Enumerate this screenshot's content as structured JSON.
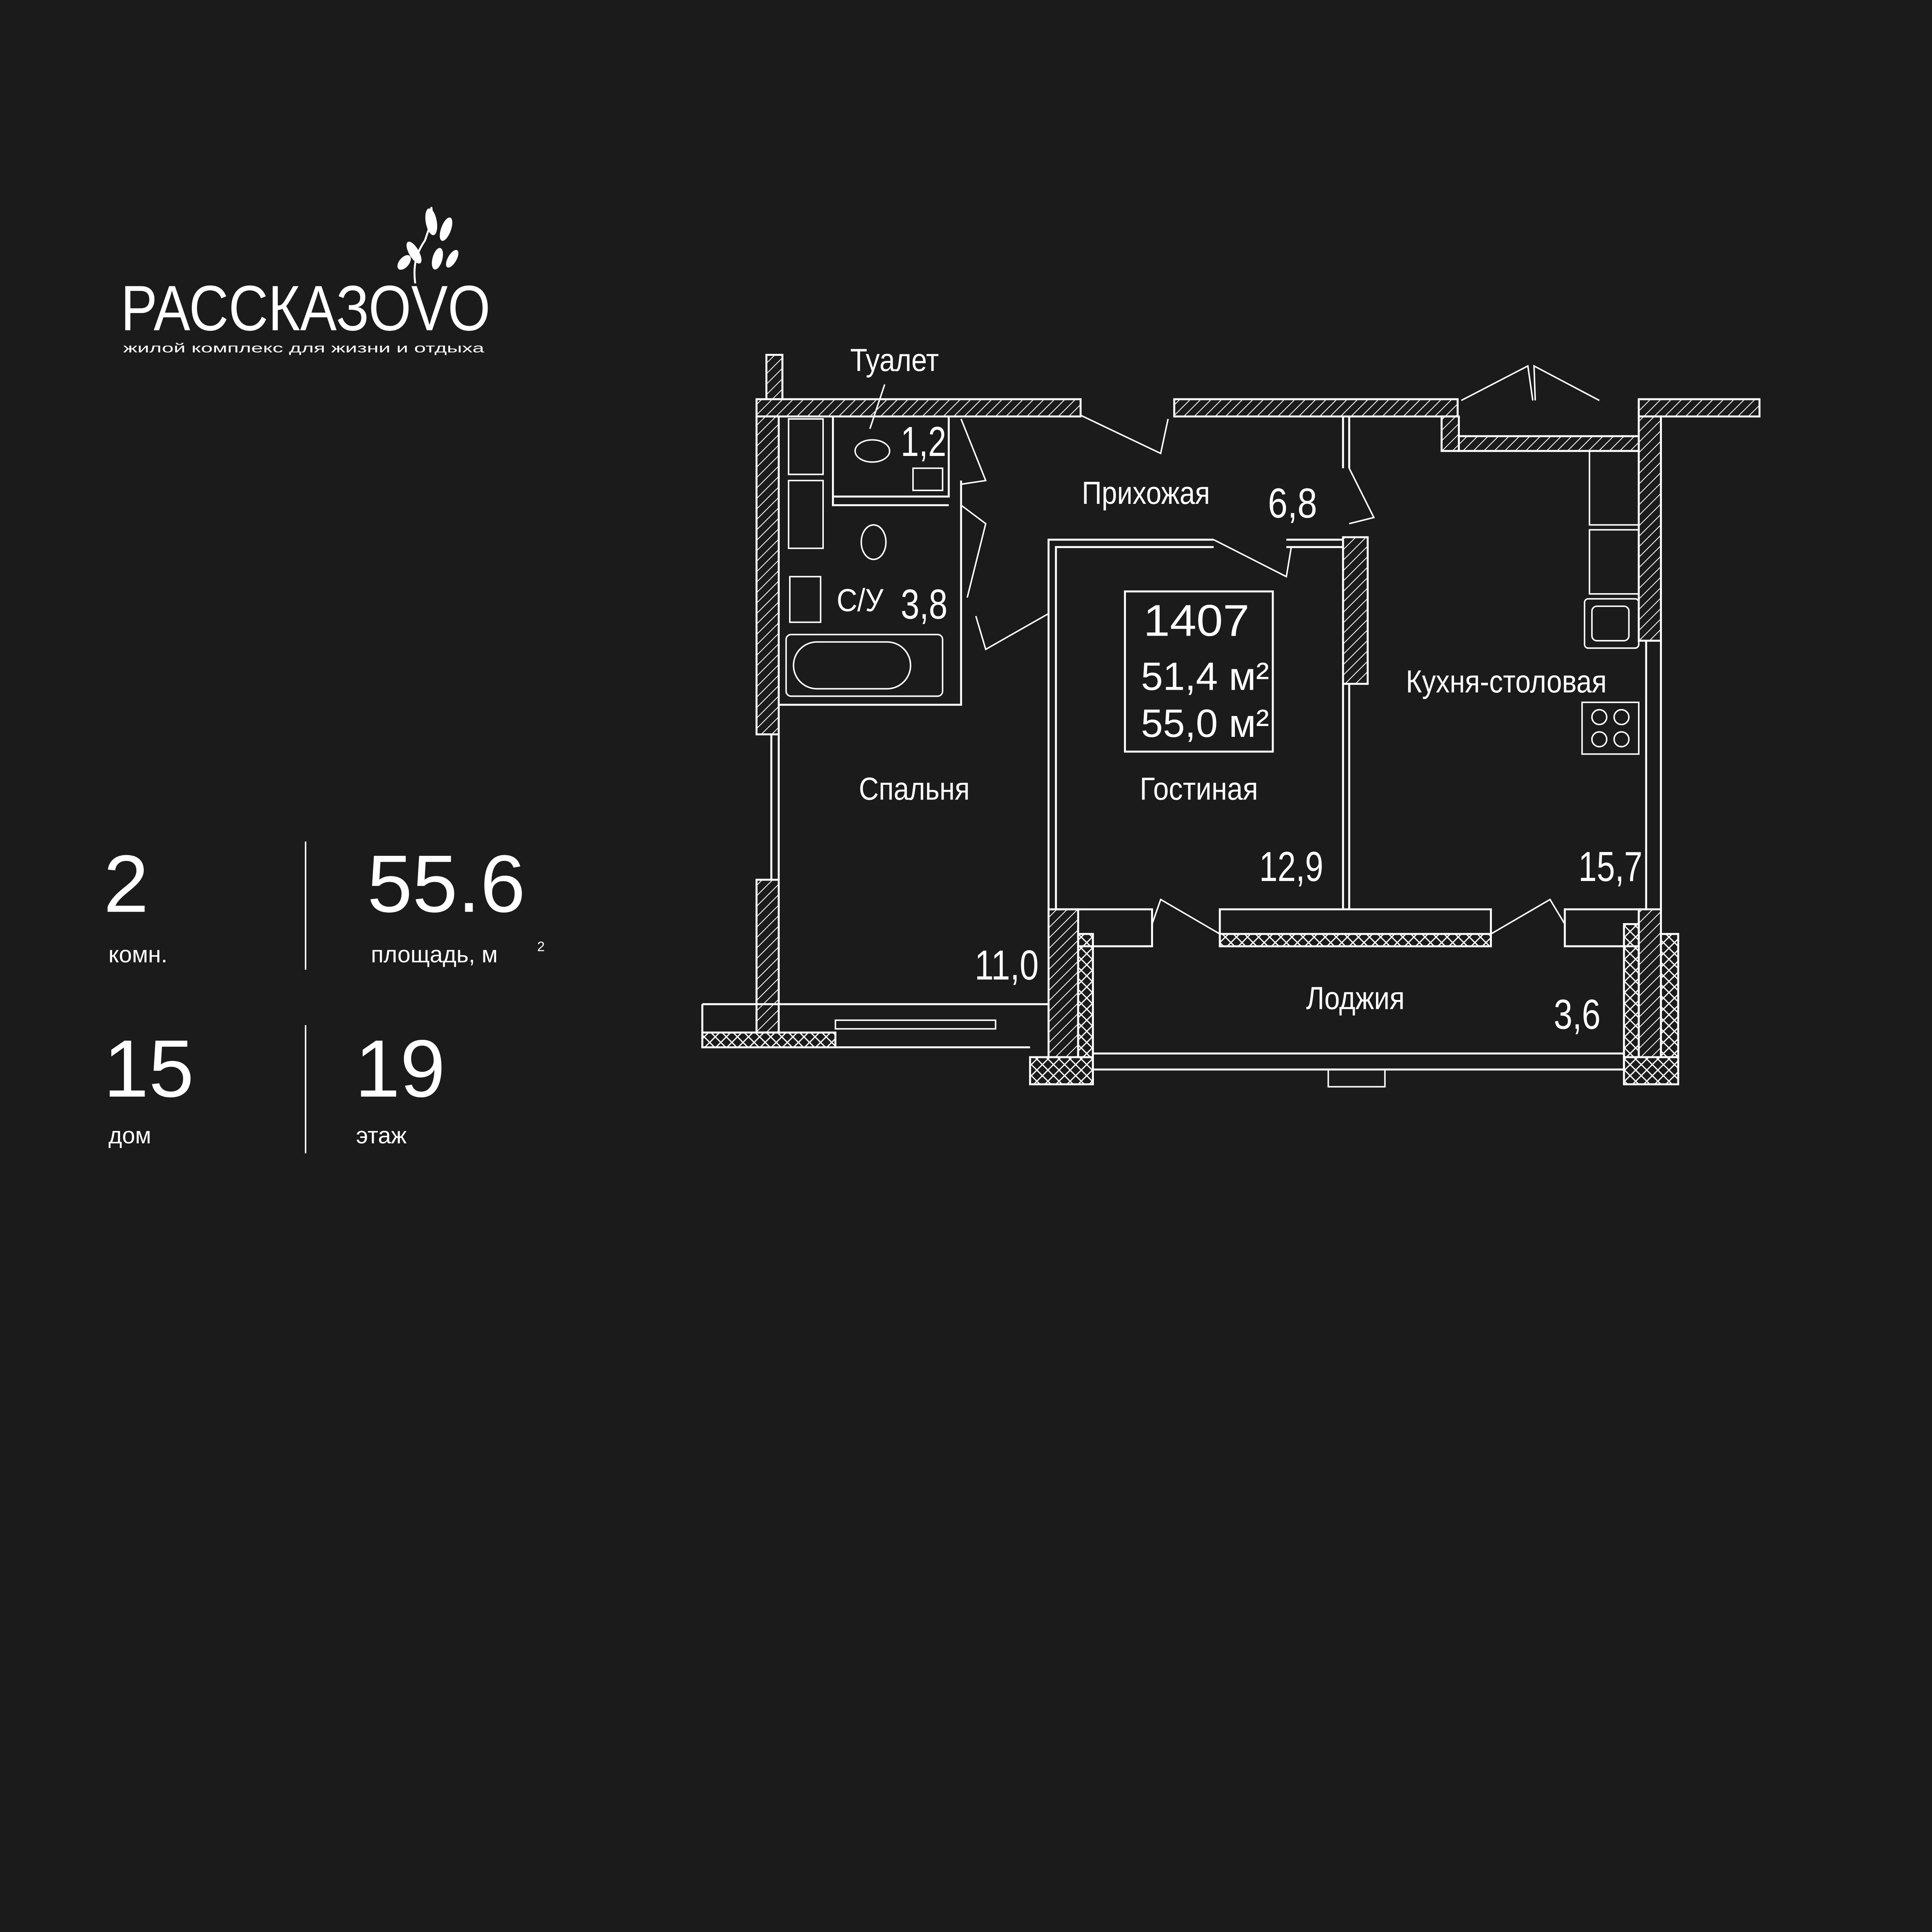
{
  "logo": {
    "name": "РАССКАЗОVO",
    "tagline": "жилой комплекс для жизни и отдыха"
  },
  "info": {
    "rooms_value": "2",
    "rooms_label": "комн.",
    "area_value": "55.6",
    "area_label": "площадь, м",
    "area_unit_sup": "2",
    "house_value": "15",
    "house_label": "дом",
    "floor_value": "19",
    "floor_label": "этаж"
  },
  "plan": {
    "apartment_number": "1407",
    "area_living": "51,4 м²",
    "area_total": "55,0 м²",
    "rooms": [
      {
        "name": "Туалет",
        "area": "1,2"
      },
      {
        "name": "Прихожая",
        "area": "6,8"
      },
      {
        "name": "С/У",
        "area": "3,8"
      },
      {
        "name": "Спальня",
        "area": "11,0"
      },
      {
        "name": "Гостиная",
        "area": "12,9"
      },
      {
        "name": "Кухня-столовая",
        "area": "15,7"
      },
      {
        "name": "Лоджия",
        "area": "3,6"
      }
    ]
  },
  "colors": {
    "background": "#1b1b1b",
    "foreground": "#ffffff"
  }
}
